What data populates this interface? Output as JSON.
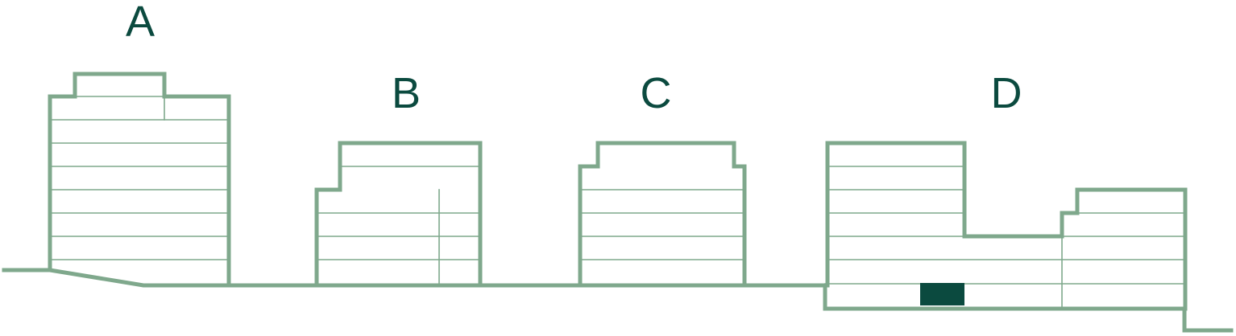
{
  "colors": {
    "line": "#7fa88c",
    "label": "#0b4a3f",
    "highlight": "#0b4a3f",
    "background": "#ffffff"
  },
  "buildings": [
    {
      "id": "a",
      "label": "A"
    },
    {
      "id": "b",
      "label": "B"
    },
    {
      "id": "c",
      "label": "C"
    },
    {
      "id": "d",
      "label": "D"
    }
  ]
}
